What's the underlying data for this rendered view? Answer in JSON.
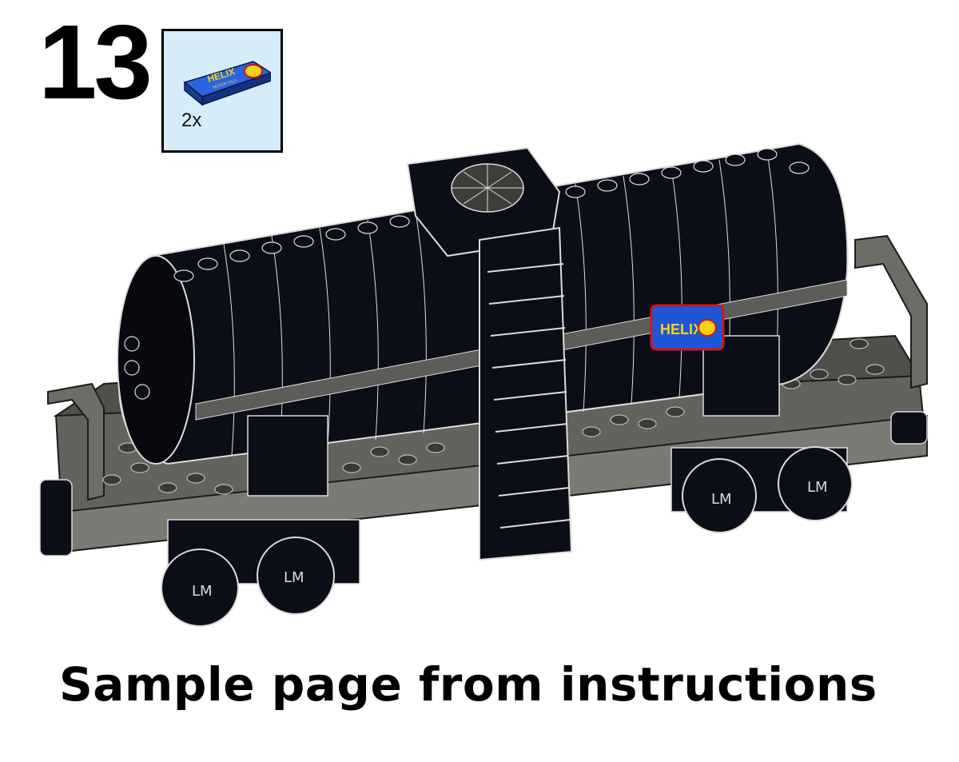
{
  "step": {
    "number": "13"
  },
  "parts_callout": {
    "quantity": "2x",
    "part_name": "tile-with-shell-helix-decal",
    "decal_text": "HELIX",
    "decal_subtext": "MOTOR OILS"
  },
  "caption": "Sample page from instructions",
  "colors": {
    "callout_background": "#d6ecfb",
    "tank_black": "#0b0e16",
    "chassis_gray": "#62635d",
    "decal_blue": "#1f56d6",
    "decal_red": "#d01616",
    "shell_yellow": "#f7d11b"
  }
}
